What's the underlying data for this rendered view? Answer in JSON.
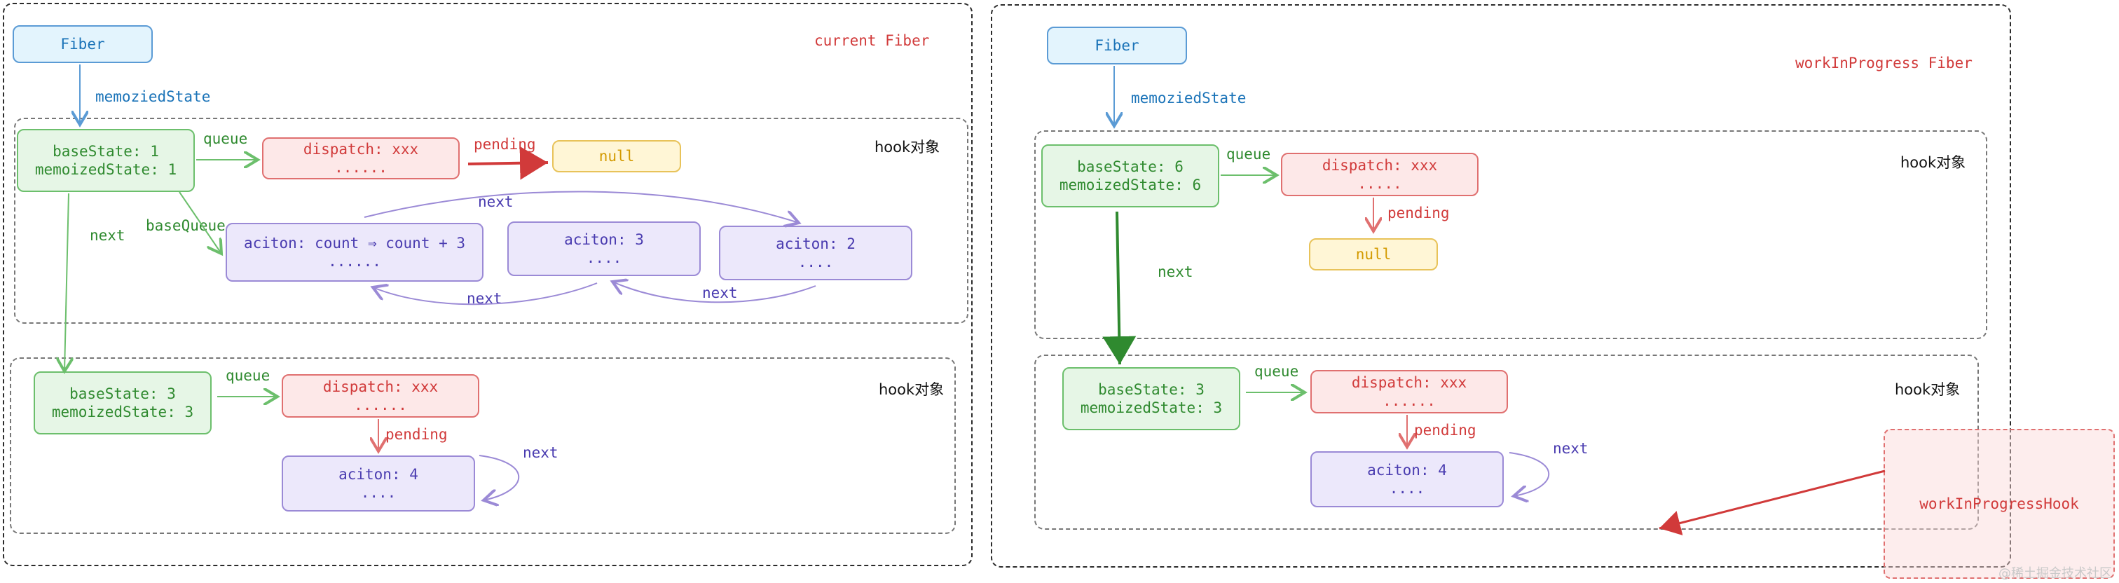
{
  "left": {
    "title": "current Fiber",
    "fiber": "Fiber",
    "memoized_state_label": "memoziedState",
    "hook1": {
      "tag": "hook对象",
      "state": "baseState: 1\nmemoizedState: 1",
      "queue_label": "queue",
      "dispatch": "dispatch: xxx\n......",
      "pending_label": "pending",
      "null": "null",
      "base_queue_label": "baseQueue",
      "next_label": "next",
      "actions": [
        "aciton: count ⇒ count + 3\n......",
        "aciton: 3\n....",
        "aciton: 2\n...."
      ],
      "next_top": "next",
      "next_bottom_1": "next",
      "next_bottom_2": "next"
    },
    "hook2": {
      "tag": "hook对象",
      "state": "baseState: 3\nmemoizedState: 3",
      "queue_label": "queue",
      "dispatch": "dispatch: xxx\n......",
      "pending_label": "pending",
      "action": "aciton: 4\n....",
      "next_label": "next"
    }
  },
  "right": {
    "title": "workInProgress Fiber",
    "fiber": "Fiber",
    "memoized_state_label": "memoziedState",
    "hook1": {
      "tag": "hook对象",
      "state": "baseState: 6\nmemoizedState: 6",
      "queue_label": "queue",
      "dispatch": "dispatch: xxx\n.....",
      "pending_label": "pending",
      "null": "null",
      "next_label": "next"
    },
    "hook2": {
      "tag": "hook对象",
      "state": "baseState: 3\nmemoizedState: 3",
      "queue_label": "queue",
      "dispatch": "dispatch: xxx\n......",
      "pending_label": "pending",
      "action": "aciton: 4\n....",
      "next_label": "next"
    },
    "wip_hook": "workInProgressHook"
  },
  "watermark": "@稀土掘金技术社区",
  "colors": {
    "green": "#6cbf6c",
    "red": "#d13a3a",
    "blue": "#5b9bd5",
    "purple": "#9b8ad6",
    "yellow": "#e8c35a"
  }
}
